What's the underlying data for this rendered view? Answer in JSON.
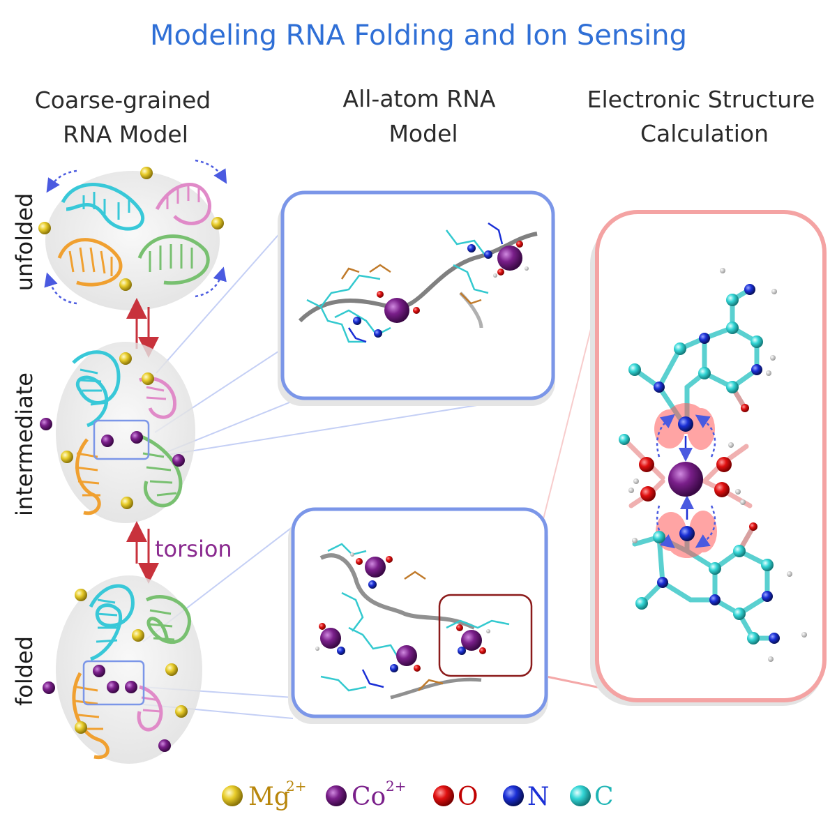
{
  "title": "Modeling RNA Folding and Ion Sensing",
  "columns": {
    "coarse": {
      "line1": "Coarse-grained",
      "line2": "RNA Model"
    },
    "allatom": {
      "line1": "All-atom RNA",
      "line2": "Model"
    },
    "electronic": {
      "line1": "Electronic Structure",
      "line2": "Calculation"
    }
  },
  "states": {
    "unfolded": "unfolded",
    "intermediate": "intermediate",
    "folded": "folded"
  },
  "transition_label": "torsion",
  "legend": [
    {
      "symbol": "Mg",
      "charge": "2+",
      "color": "#e2c21a",
      "text_color": "#b8860b"
    },
    {
      "symbol": "Co",
      "charge": "2+",
      "color": "#7a1f8a",
      "text_color": "#7a1f8a"
    },
    {
      "symbol": "O",
      "charge": "",
      "color": "#dd1111",
      "text_color": "#c00000"
    },
    {
      "symbol": "N",
      "charge": "",
      "color": "#1a2fd6",
      "text_color": "#1a2fd6"
    },
    {
      "symbol": "C",
      "charge": "",
      "color": "#33d6d6",
      "text_color": "#1fb5b5"
    }
  ],
  "colors": {
    "title": "#2f6fd6",
    "panel_blue": "#7b96e8",
    "panel_red": "#f4a3a3",
    "panel_shadow": "#d9d9d9",
    "arrow_red": "#c8323c",
    "rna_cyan": "#38c8d8",
    "rna_pink": "#e08ac8",
    "rna_orange": "#f0a030",
    "rna_green": "#78c070"
  }
}
